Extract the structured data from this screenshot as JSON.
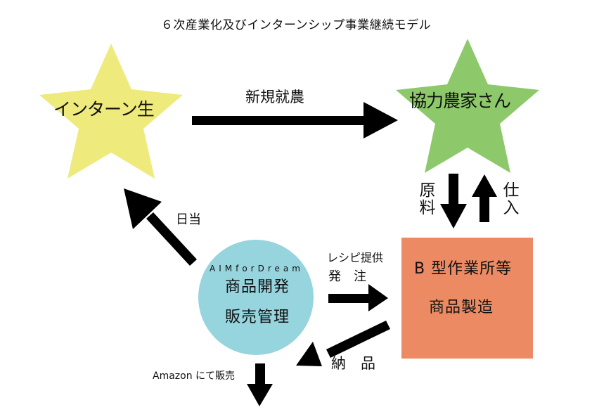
{
  "diagram": {
    "title": "６次産業化及びインターンシップ事業継続モデル",
    "nodes": {
      "intern": {
        "label": "インターン生",
        "shape": "star",
        "color": "#EEEA7B"
      },
      "farmer": {
        "label": "協力農家さん",
        "shape": "star",
        "color": "#8DC96B"
      },
      "workshop": {
        "line1": "B 型作業所等",
        "line2": "商品製造",
        "shape": "rectangle",
        "color": "#EC8B63"
      },
      "aim": {
        "org": "AIMforDream",
        "line1": "商品開発",
        "line2": "販売管理",
        "shape": "circle",
        "color": "#96D4DE"
      }
    },
    "edges": {
      "new_farming": {
        "from": "intern",
        "to": "farmer",
        "label": "新規就農"
      },
      "raw_materials": {
        "from": "farmer",
        "to": "workshop",
        "label": "原料"
      },
      "purchase": {
        "from": "workshop",
        "to": "farmer",
        "label": "仕入"
      },
      "recipe_order": {
        "from": "aim",
        "to": "workshop",
        "label_line1": "レシピ提供",
        "label_line2": "発　注"
      },
      "delivery": {
        "from": "workshop",
        "to": "aim",
        "label": "納　品"
      },
      "daily_wage": {
        "from": "aim",
        "to": "intern",
        "label": "日当"
      },
      "amazon": {
        "from": "aim",
        "to": "market",
        "label": "Amazon にて販売"
      }
    }
  }
}
